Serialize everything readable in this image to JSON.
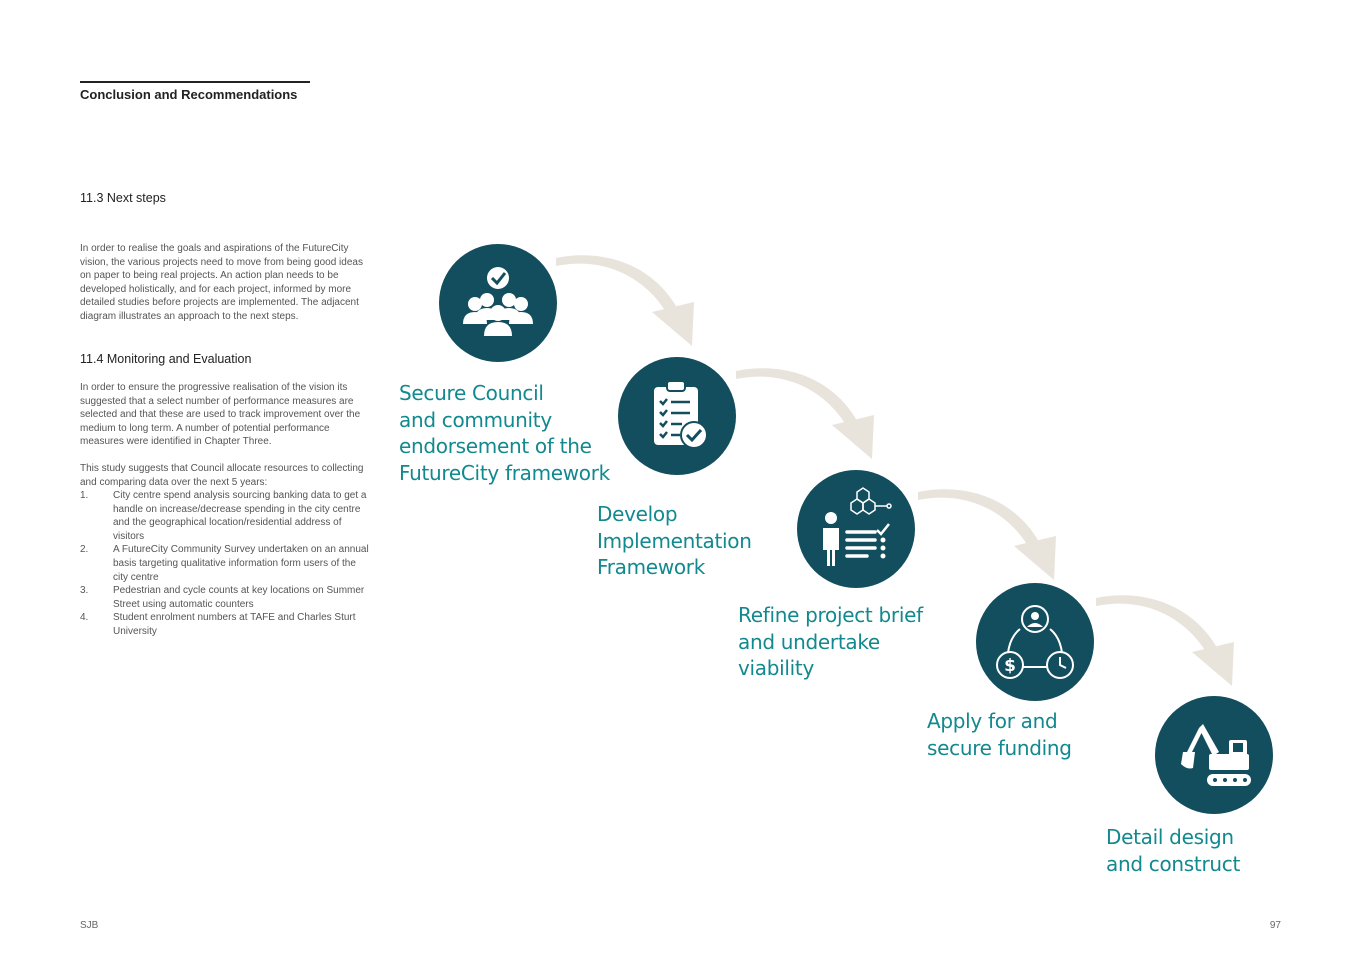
{
  "header": {
    "title": "Conclusion and Recommendations"
  },
  "sections": {
    "next_steps": {
      "heading": "11.3  Next steps",
      "body": "In order to realise the goals and aspirations of the FutureCity vision, the various projects need to move from being good ideas on paper to being real projects. An action plan needs to be developed holistically, and for each project, informed by more detailed studies before projects are implemented. The adjacent diagram illustrates an approach to the next steps."
    },
    "monitoring": {
      "heading": "11.4  Monitoring and Evaluation",
      "body1": "In order to ensure the progressive realisation of the vision its suggested that a select number of performance measures are selected and that these are used to track improvement over the medium to long term. A number of potential performance measures were identified in Chapter Three.",
      "body2": "This study suggests that Council allocate resources to collecting and comparing data over the next 5 years:",
      "items": [
        {
          "num": "1.",
          "text": "City centre spend analysis sourcing banking data to get a handle on increase/decrease spending in the city centre and the geographical location/residential address of visitors"
        },
        {
          "num": "2.",
          "text": "A FutureCity Community Survey undertaken on an annual basis targeting qualitative information form users of the city centre"
        },
        {
          "num": "3.",
          "text": "Pedestrian and cycle counts at key locations on Summer Street using automatic counters"
        },
        {
          "num": "4.",
          "text": "Student enrolment numbers at TAFE and Charles Sturt University"
        }
      ]
    }
  },
  "diagram": {
    "steps": [
      {
        "label": "Secure Council\nand community\nendorsement of the\nFutureCity framework",
        "icon": "community-check-icon"
      },
      {
        "label": "Develop\nImplementation\nFramework",
        "icon": "clipboard-check-icon"
      },
      {
        "label": "Refine project brief\nand undertake\nviability",
        "icon": "analyst-icon"
      },
      {
        "label": "Apply for and\nsecure funding",
        "icon": "funding-cycle-icon"
      },
      {
        "label": "Detail design\nand construct",
        "icon": "excavator-icon"
      }
    ],
    "colors": {
      "circle": "#134e5e",
      "label": "#12898f",
      "arrow": "#e8e4dc"
    }
  },
  "footer": {
    "left": "SJB",
    "page_number": "97"
  }
}
